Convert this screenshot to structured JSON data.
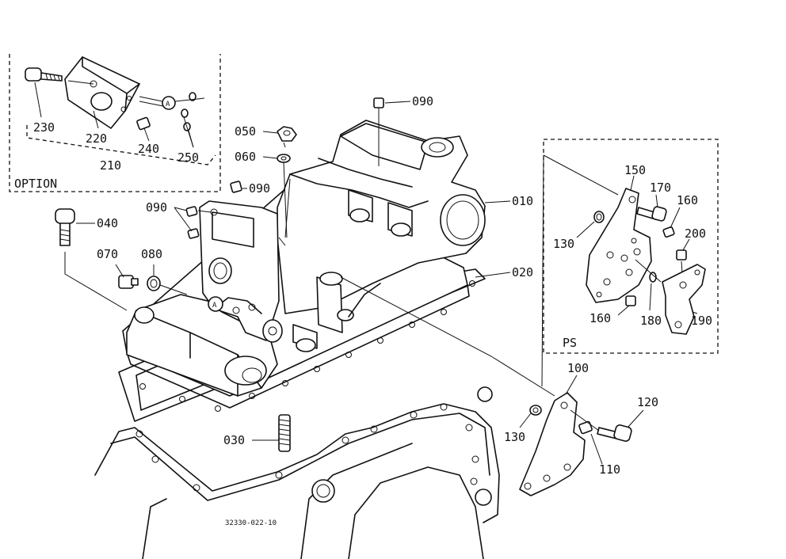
{
  "diagram": {
    "option_box_label": "OPTION",
    "ps_box_label": "PS",
    "drawing_number": "32330-022-10",
    "callout_A": "A",
    "parts": {
      "p010": "010",
      "p020": "020",
      "p030": "030",
      "p040": "040",
      "p050": "050",
      "p060": "060",
      "p070": "070",
      "p080": "080",
      "p090_top": "090",
      "p090_mid": "090",
      "p090_left": "090",
      "p100": "100",
      "p110": "110",
      "p120": "120",
      "p130_upper": "130",
      "p130_lower": "130",
      "p150": "150",
      "p160_upper": "160",
      "p160_lower": "160",
      "p170": "170",
      "p180": "180",
      "p190": "190",
      "p200": "200",
      "p210": "210",
      "p220": "220",
      "p230": "230",
      "p240": "240",
      "p250": "250"
    }
  }
}
